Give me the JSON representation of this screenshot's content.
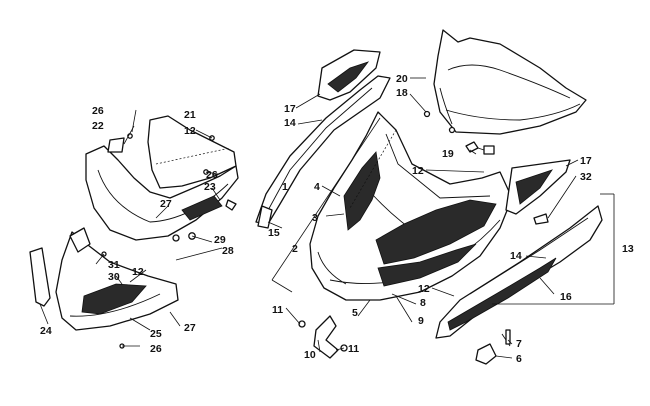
{
  "labels": {
    "l1": "1",
    "l2": "2",
    "l3": "3",
    "l4": "4",
    "l5": "5",
    "l6": "6",
    "l7": "7",
    "l8": "8",
    "l9": "9",
    "l10": "10",
    "l11a": "11",
    "l11b": "11",
    "l12a": "12",
    "l12b": "12",
    "l12c": "12",
    "l12d": "12",
    "l13": "13",
    "l14a": "14",
    "l14b": "14",
    "l15": "15",
    "l16": "16",
    "l17a": "17",
    "l17b": "17",
    "l18": "18",
    "l19": "19",
    "l20": "20",
    "l21": "21",
    "l22": "22",
    "l23": "23",
    "l24": "24",
    "l25": "25",
    "l26a": "26",
    "l26b": "26",
    "l26c": "26",
    "l27a": "27",
    "l27b": "27",
    "l28": "28",
    "l29": "29",
    "l30": "30",
    "l31": "31",
    "l32": "32"
  }
}
